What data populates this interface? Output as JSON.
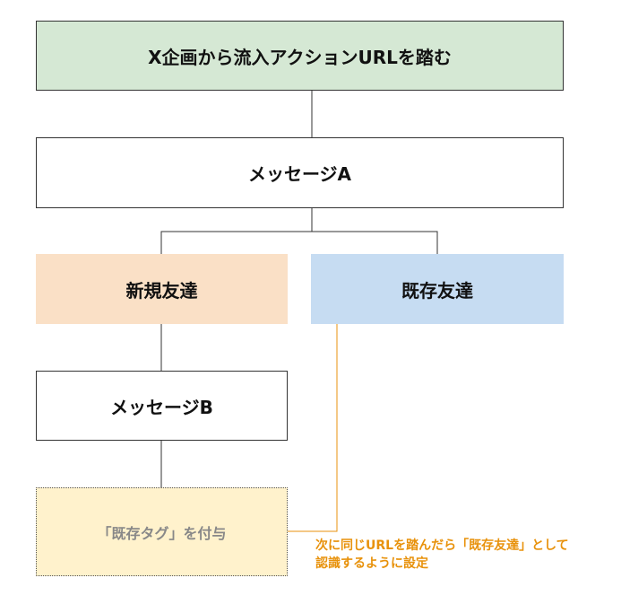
{
  "nodes": {
    "start": "X企画から流入アクションURLを踏む",
    "message_a": "メッセージA",
    "new_friend": "新規友達",
    "existing_friend": "既存友達",
    "message_b": "メッセージB",
    "add_tag": "「既存タグ」を付与"
  },
  "annotation": {
    "line1": "次に同じURLを踏んだら「既存友達」として",
    "line2": "認識するように設定"
  },
  "colors": {
    "start_fill": "#d5e8d4",
    "new_friend_fill": "#fae0c6",
    "existing_friend_fill": "#c6dcf2",
    "tag_fill": "#fff2cc",
    "annotation": "#e8920c"
  }
}
